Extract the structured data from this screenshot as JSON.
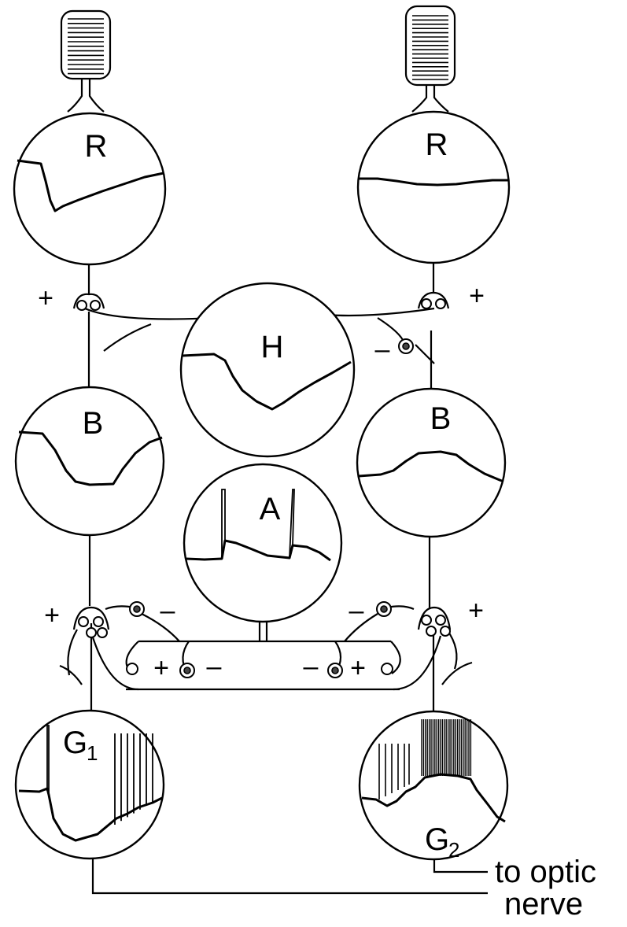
{
  "diagram": {
    "cells": {
      "receptor_left": "R",
      "receptor_right": "R",
      "horizontal": "H",
      "bipolar_left": "B",
      "bipolar_right": "B",
      "amacrine": "A",
      "ganglion_left": {
        "letter": "G",
        "sub": "1"
      },
      "ganglion_right": {
        "letter": "G",
        "sub": "2"
      }
    },
    "signs": {
      "r_left_b": "+",
      "r_right_b": "+",
      "h_to_r_right": "–",
      "b_left_g": "+",
      "a_left": "–",
      "a_right": "–",
      "b_right_g": "+",
      "mid_left_plus": "+",
      "mid_left_minus": "–",
      "mid_right_minus": "–",
      "mid_right_plus": "+"
    },
    "output_label": {
      "line1": "to optic",
      "line2": "nerve"
    }
  }
}
